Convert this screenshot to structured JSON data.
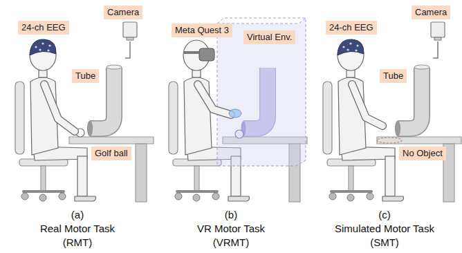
{
  "diagram": {
    "nodes": [
      {
        "text": [
          "24-ch EEG"
        ]
      },
      {
        "text": [
          "Camera"
        ]
      },
      {
        "text": [
          "Tube"
        ]
      },
      {
        "text": [
          "Golf ball"
        ]
      },
      {
        "text": [
          "Meta Quest 3"
        ]
      },
      {
        "text": [
          "Virtual Env."
        ]
      },
      {
        "text": [
          "24-ch EEG"
        ]
      },
      {
        "text": [
          "Camera"
        ]
      },
      {
        "text": [
          "Tube"
        ]
      },
      {
        "text": [
          "No Object"
        ]
      }
    ],
    "labels": [
      "(a)",
      "Real Motor Task",
      "(RMT)",
      "(b)",
      "VR Motor Task",
      "(VRMT)",
      "(c)",
      "Simulated Motor Task",
      "(SMT)"
    ]
  }
}
